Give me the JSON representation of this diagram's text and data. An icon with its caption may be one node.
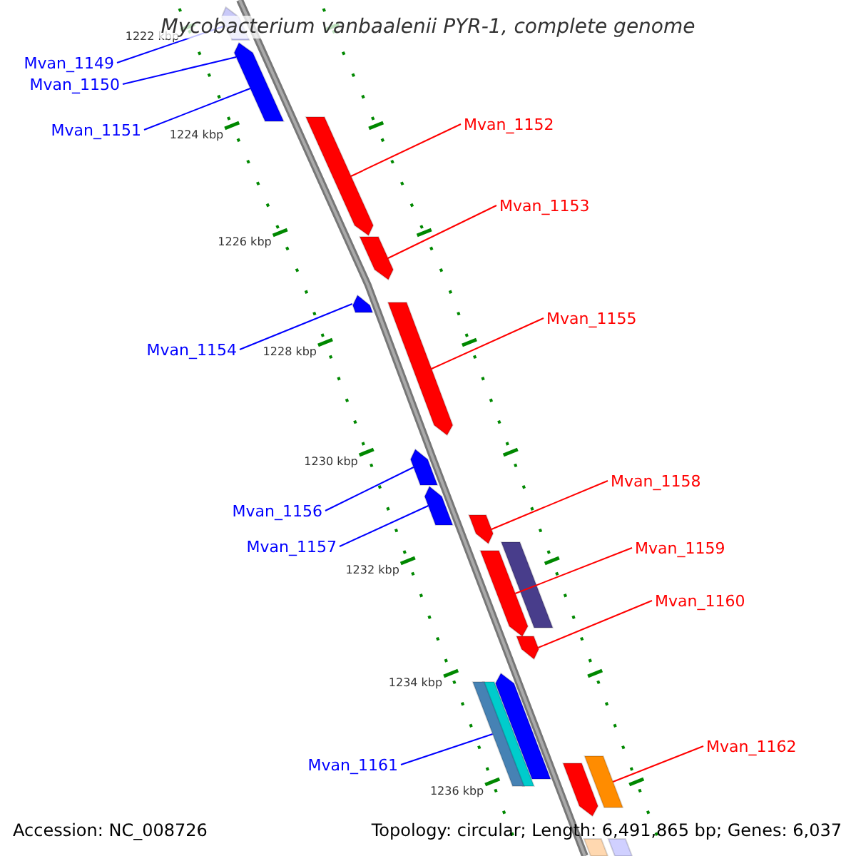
{
  "diagram": {
    "title": "Mycobacterium vanbaalenii PYR-1, complete genome",
    "nodes": [
      {
        "text": [
          "Mvan_1149"
        ]
      },
      {
        "text": [
          "Mvan_1150"
        ]
      },
      {
        "text": [
          "Mvan_1151"
        ]
      },
      {
        "text": [
          "Mvan_1152"
        ]
      },
      {
        "text": [
          "Mvan_1153"
        ]
      },
      {
        "text": [
          "Mvan_1154"
        ]
      },
      {
        "text": [
          "Mvan_1155"
        ]
      },
      {
        "text": [
          "Mvan_1156"
        ]
      },
      {
        "text": [
          "Mvan_1157"
        ]
      },
      {
        "text": [
          "Mvan_1158"
        ]
      },
      {
        "text": [
          "Mvan_1159"
        ]
      },
      {
        "text": [
          "Mvan_1160"
        ]
      },
      {
        "text": [
          "Mvan_1161"
        ]
      },
      {
        "text": [
          "Mvan_1162"
        ]
      },
      {
        "text": [],
        "shape": "arrow"
      },
      {
        "text": [],
        "shape": "arrow"
      },
      {
        "text": [],
        "shape": "arrow"
      },
      {
        "text": [],
        "shape": "arrow"
      },
      {
        "text": [],
        "shape": "arrow"
      },
      {
        "text": [],
        "shape": "arrow"
      },
      {
        "text": [],
        "shape": "arrow"
      },
      {
        "text": [],
        "shape": "arrow"
      },
      {
        "text": [],
        "shape": "arrow"
      },
      {
        "text": [],
        "shape": "arrow"
      },
      {
        "text": [],
        "shape": "arrow"
      },
      {
        "text": [],
        "shape": "arrow"
      },
      {
        "text": [],
        "shape": "arrow"
      }
    ],
    "edges": [
      {
        "from": 0,
        "to": 14,
        "arrow": "none",
        "color": "#0000ff"
      },
      {
        "from": 1,
        "to": 15,
        "arrow": "none",
        "color": "#0000ff"
      },
      {
        "from": 2,
        "to": 15,
        "arrow": "none",
        "color": "#0000ff"
      },
      {
        "from": 3,
        "to": 16,
        "arrow": "none",
        "color": "#ff0000"
      },
      {
        "from": 4,
        "to": 17,
        "arrow": "none",
        "color": "#ff0000"
      },
      {
        "from": 5,
        "to": 18,
        "arrow": "none",
        "color": "#0000ff"
      },
      {
        "from": 6,
        "to": 19,
        "arrow": "none",
        "color": "#ff0000"
      },
      {
        "from": 7,
        "to": 20,
        "arrow": "none",
        "color": "#0000ff"
      },
      {
        "from": 8,
        "to": 21,
        "arrow": "none",
        "color": "#0000ff"
      },
      {
        "from": 9,
        "to": 22,
        "arrow": "none",
        "color": "#ff0000"
      },
      {
        "from": 10,
        "to": 23,
        "arrow": "none",
        "color": "#ff0000"
      },
      {
        "from": 11,
        "to": 24,
        "arrow": "none",
        "color": "#ff0000"
      },
      {
        "from": 12,
        "to": 25,
        "arrow": "none",
        "color": "#0000ff"
      },
      {
        "from": 13,
        "to": 26,
        "arrow": "none",
        "color": "#ff0000"
      }
    ],
    "labels": [
      "1222 kbp",
      "1224 kbp",
      "1226 kbp",
      "1228 kbp",
      "1230 kbp",
      "1232 kbp",
      "1234 kbp",
      "1236 kbp",
      "Accession: NC_008726",
      "Topology: circular; Length: 6,491,865 bp; Genes: 6,037"
    ]
  }
}
